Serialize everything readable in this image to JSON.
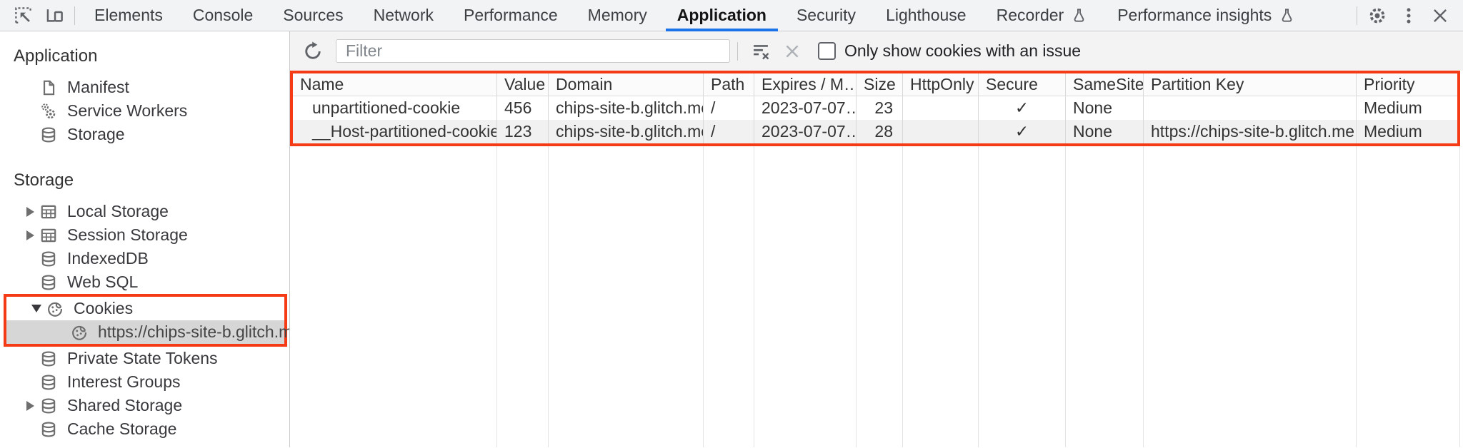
{
  "colors": {
    "highlight": "#f43b16",
    "tab-underline": "#1a73e8",
    "selected-bg": "#d6d6d6"
  },
  "tabbar": {
    "tabs": [
      {
        "label": "Elements"
      },
      {
        "label": "Console"
      },
      {
        "label": "Sources"
      },
      {
        "label": "Network"
      },
      {
        "label": "Performance"
      },
      {
        "label": "Memory"
      },
      {
        "label": "Application",
        "selected": true
      },
      {
        "label": "Security"
      },
      {
        "label": "Lighthouse"
      },
      {
        "label": "Recorder",
        "experimental": true
      },
      {
        "label": "Performance insights",
        "experimental": true
      }
    ]
  },
  "sidebar": {
    "sections": [
      {
        "title": "Application",
        "items": [
          {
            "label": "Manifest"
          },
          {
            "label": "Service Workers"
          },
          {
            "label": "Storage"
          }
        ]
      },
      {
        "title": "Storage",
        "items": [
          {
            "label": "Local Storage"
          },
          {
            "label": "Session Storage"
          },
          {
            "label": "IndexedDB"
          },
          {
            "label": "Web SQL"
          },
          {
            "label": "Cookies"
          },
          {
            "label": "https://chips-site-b.glitch.me",
            "selected": true
          },
          {
            "label": "Private State Tokens"
          },
          {
            "label": "Interest Groups"
          },
          {
            "label": "Shared Storage"
          },
          {
            "label": "Cache Storage"
          }
        ]
      }
    ]
  },
  "toolbar": {
    "filter_placeholder": "Filter",
    "checkbox_label": "Only show cookies with an issue"
  },
  "cookie_table": {
    "columns": [
      "Name",
      "Value",
      "Domain",
      "Path",
      "Expires / M…",
      "Size",
      "HttpOnly",
      "Secure",
      "SameSite",
      "Partition Key",
      "Priority"
    ],
    "rows": [
      [
        "unpartitioned-cookie",
        "456",
        "chips-site-b.glitch.me",
        "/",
        "2023-07-07…",
        "23",
        "",
        "✓",
        "None",
        "",
        "Medium"
      ],
      [
        "__Host-partitioned-cookie",
        "123",
        "chips-site-b.glitch.me",
        "/",
        "2023-07-07…",
        "28",
        "",
        "✓",
        "None",
        "https://chips-site-b.glitch.me",
        "Medium"
      ]
    ]
  }
}
